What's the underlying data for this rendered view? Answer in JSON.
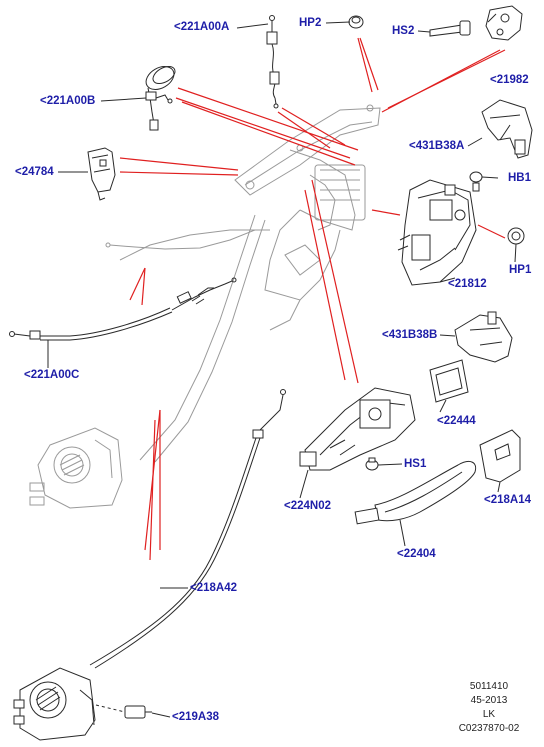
{
  "colors": {
    "label": "#1e1ea8",
    "leader": "#e02020",
    "line": "#2a2a2a",
    "ghost": "#9a9a9a",
    "fill": "#ffffff"
  },
  "labels": {
    "p221A00A": "<221A00A",
    "pHP2": "HP2",
    "pHS2": "HS2",
    "p21982": "<21982",
    "p221A00B": "<221A00B",
    "p431B38A": "<431B38A",
    "p24784": "<24784",
    "pHB1": "HB1",
    "pHP1": "HP1",
    "p21812": "<21812",
    "p431B38B": "<431B38B",
    "p221A00C": "<221A00C",
    "p22444": "<22444",
    "pHS1": "HS1",
    "p224N02": "<224N02",
    "p218A14": "<218A14",
    "p22404": "<22404",
    "p218A42": "<218A42",
    "p219A38": "<219A38"
  },
  "footer": {
    "line1": "5011410",
    "line2": "45-2013",
    "line3": "LK",
    "line4": "C0237870-02"
  }
}
